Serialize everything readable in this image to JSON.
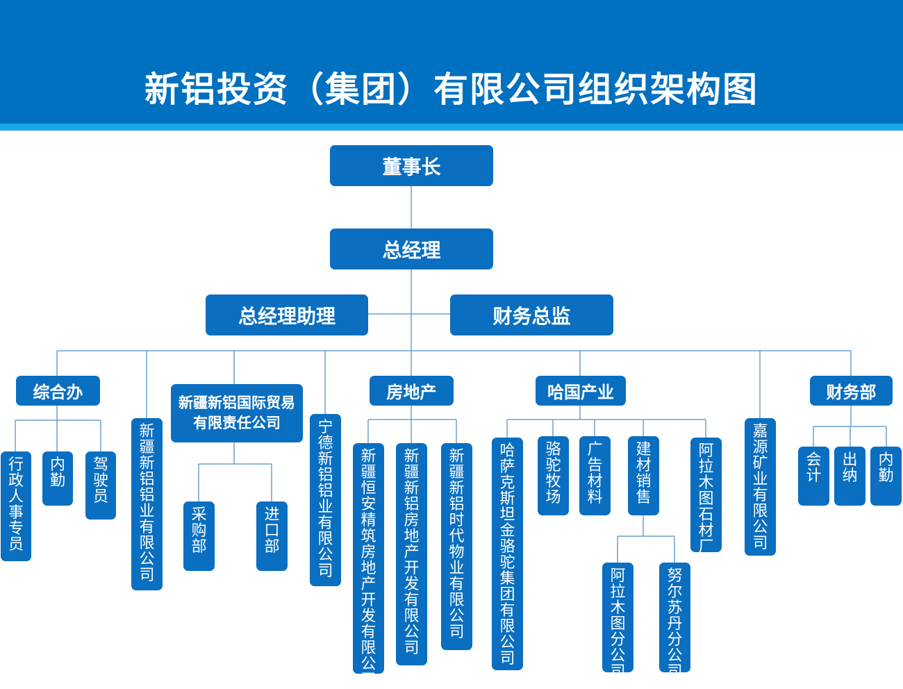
{
  "title": "新铝投资（集团）有限公司组织架构图",
  "colors": {
    "header": "#0070c0",
    "stripe": "#1aa7e8",
    "box": "#0a6fc0",
    "line": "#6aa0cf"
  },
  "org": {
    "chairman": "董事长",
    "gm": "总经理",
    "gm_assistant": "总经理助理",
    "cfo": "财务总监",
    "depts": {
      "general_office": "综合办",
      "xinjiang_aluminum": "新疆新铝铝业有限公司",
      "trade_company": "新疆新铝国际贸易有限责任公司",
      "ningde_aluminum": "宁德新铝铝业有限公司",
      "real_estate": "房地产",
      "haguo": "哈国产业",
      "jiayuan_mining": "嘉源矿业有限公司",
      "finance": "财务部"
    },
    "general_office_children": [
      "行政人事专员",
      "内勤",
      "驾驶员"
    ],
    "trade_children": [
      "采购部",
      "进口部"
    ],
    "real_estate_children": [
      "新疆恒安精筑房地产开发有限公司",
      "新疆新铝房地产开发有限公司",
      "新疆新铝时代物业有限公司"
    ],
    "haguo_children": [
      "哈萨克斯坦金骆驼集团有限公司",
      "骆驼牧场",
      "广告材料",
      "建材销售",
      "阿拉木图石材厂"
    ],
    "building_sales_children": [
      "阿拉木图分公司",
      "努尔苏丹分公司"
    ],
    "finance_children": [
      "会计",
      "出纳",
      "内勤"
    ]
  }
}
